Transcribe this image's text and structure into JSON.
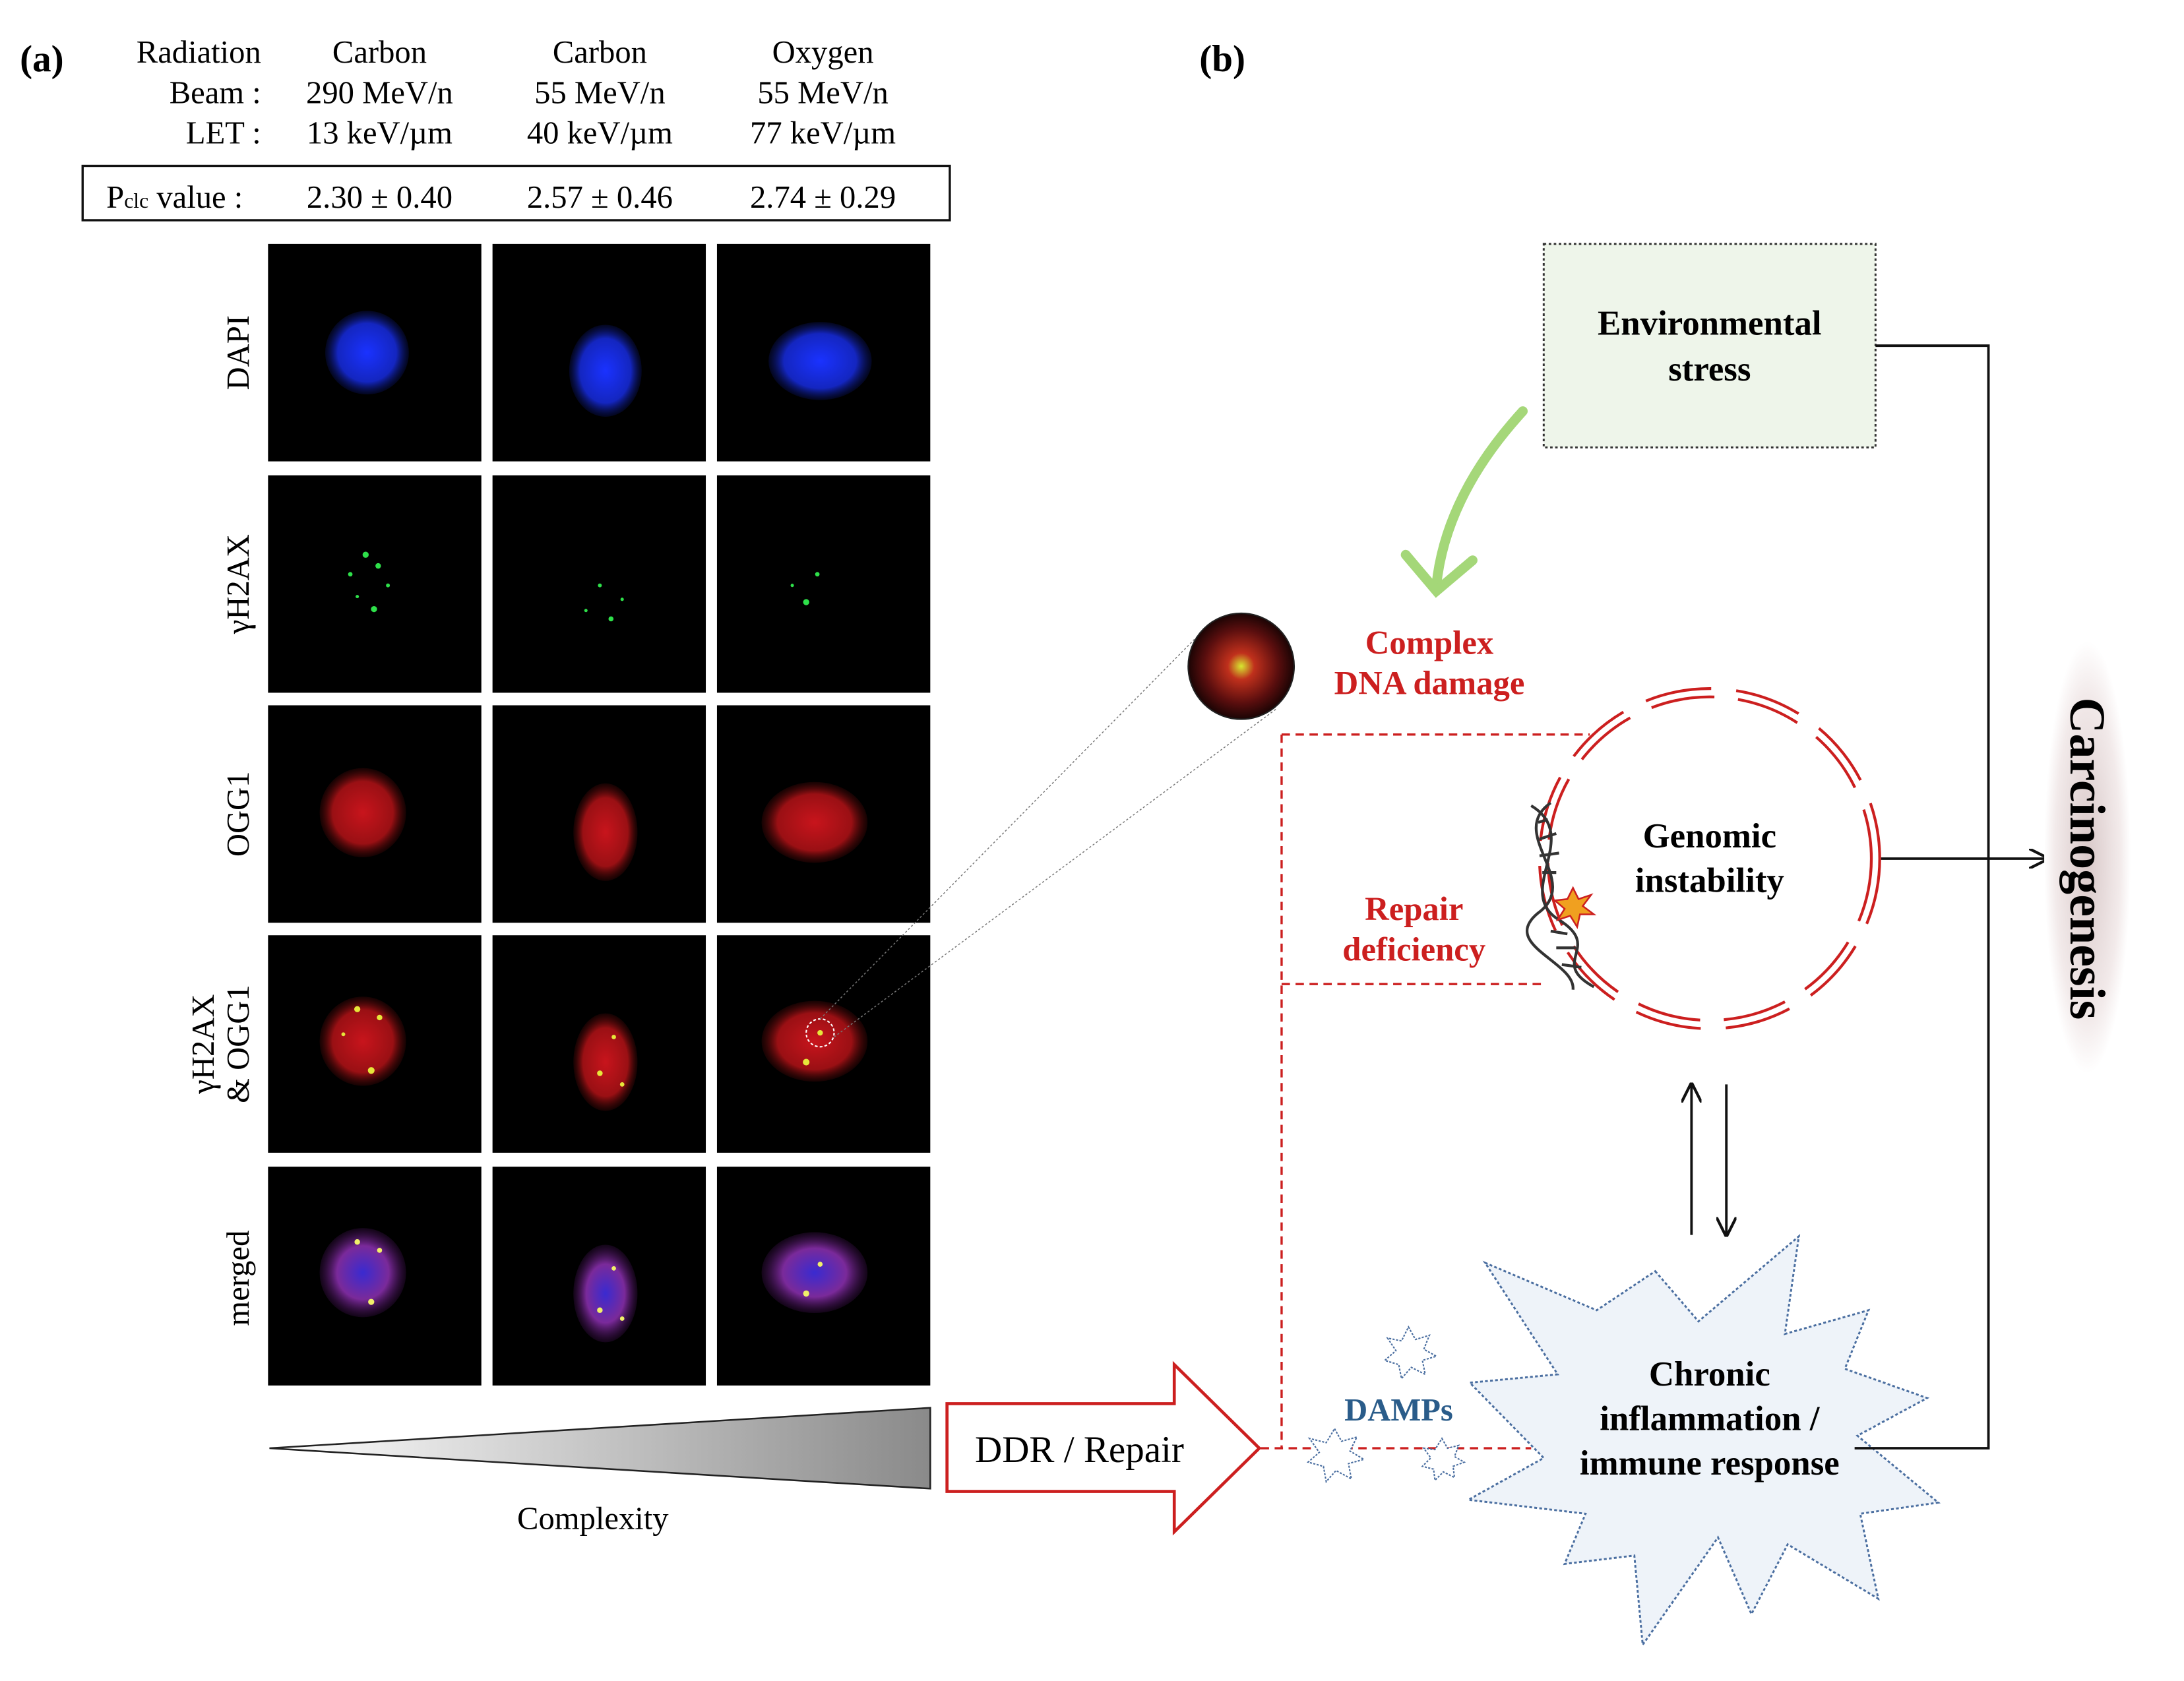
{
  "panel_a": {
    "label": "(a)",
    "header": {
      "row_labels": [
        "Radiation",
        "Beam :",
        "LET :"
      ],
      "columns": [
        {
          "radiation": "Carbon",
          "beam": "290 MeV/n",
          "let": "13 keV/µm",
          "pclc": "2.30 ± 0.40"
        },
        {
          "radiation": "Carbon",
          "beam": "55 MeV/n",
          "let": "40 keV/µm",
          "pclc": "2.57 ± 0.46"
        },
        {
          "radiation": "Oxygen",
          "beam": "55 MeV/n",
          "let": "77 keV/µm",
          "pclc": "2.74 ± 0.29"
        }
      ],
      "pclc_label_main": "P",
      "pclc_label_sub": "clc",
      "pclc_label_rest": " value :"
    },
    "row_labels": [
      "DAPI",
      "γH2AX",
      "OGG1",
      "γH2AX",
      "& OGG1",
      "merged"
    ],
    "complexity_label": "Complexity",
    "colors": {
      "dapi": "#1428c8",
      "gh2ax": "#2ee04a",
      "ogg1": "#b4141c",
      "merged": "#7a2a9a"
    }
  },
  "panel_b": {
    "label": "(b)",
    "environmental_stress": [
      "Environmental",
      "stress"
    ],
    "complex_dna_damage": [
      "Complex",
      "DNA damage"
    ],
    "genomic_instability": [
      "Genomic",
      "instability"
    ],
    "repair_deficiency": [
      "Repair",
      "deficiency"
    ],
    "ddr_repair": "DDR / Repair",
    "damps": "DAMPs",
    "chronic": [
      "Chronic",
      "inflammation /",
      "immune response"
    ],
    "carcinogenesis": "Carcinogenesis",
    "colors": {
      "red": "#cc1f1f",
      "damps_blue": "#2a5c8a",
      "green": "#9bd36a",
      "box_fill": "#eef5ea",
      "star_fill": "#eef3f9"
    }
  }
}
